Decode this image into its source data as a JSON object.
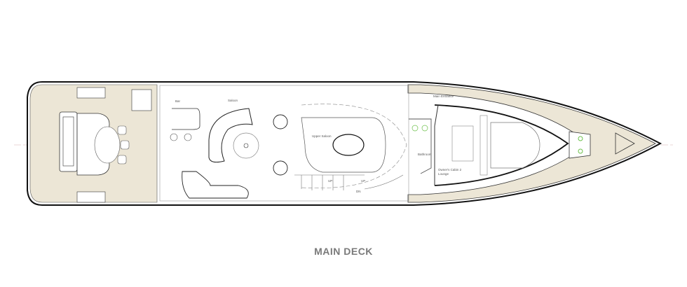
{
  "title": "MAIN DECK",
  "rooms": {
    "bar": "Bar",
    "saloon": "Saloon",
    "upper_saloon": "Upper Saloon",
    "bathroom": "Bathroom",
    "owners_cabin": "Owner's Cabin 2",
    "lounge": "Lounge",
    "main_entrance": "Main Entrance",
    "up1": "UP",
    "up2": "UP",
    "dn": "DN"
  },
  "colors": {
    "deck": "#ece6d6",
    "line": "#222222",
    "interior": "#888888",
    "accent": "#6cc04a",
    "title": "#7a7a7a"
  }
}
